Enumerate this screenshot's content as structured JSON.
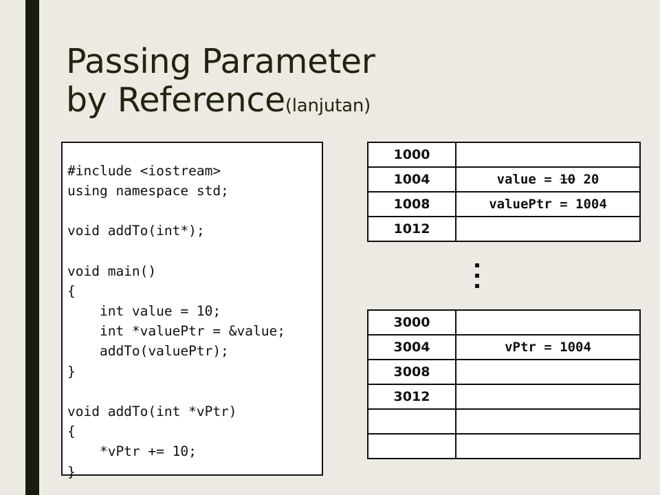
{
  "slide": {
    "background_color": "#edeae3",
    "accent_stripe_color": "#1a1c0e",
    "title_main": "Passing Parameter by Reference",
    "title_sub": "(lanjutan)"
  },
  "code": {
    "language": "cpp",
    "text": "#include <iostream>\nusing namespace std;\n\nvoid addTo(int*);\n\nvoid main()\n{\n    int value = 10;\n    int *valuePtr = &value;\n    addTo(valuePtr);\n}\n\nvoid addTo(int *vPtr)\n{\n    *vPtr += 10;\n}"
  },
  "memory": {
    "stack_table": {
      "rows": [
        {
          "address": "1000",
          "value": ""
        },
        {
          "address": "1004",
          "value": "value = 10 20",
          "old_value": "10",
          "new_value": "20",
          "label": "value ="
        },
        {
          "address": "1008",
          "value": "valuePtr = 1004"
        },
        {
          "address": "1012",
          "value": ""
        }
      ]
    },
    "ellipsis": "⋮",
    "heap_table": {
      "rows": [
        {
          "address": "3000",
          "value": ""
        },
        {
          "address": "3004",
          "value": "vPtr = 1004"
        },
        {
          "address": "3008",
          "value": ""
        },
        {
          "address": "3012",
          "value": ""
        },
        {
          "address": "",
          "value": ""
        },
        {
          "address": "",
          "value": ""
        }
      ]
    }
  }
}
